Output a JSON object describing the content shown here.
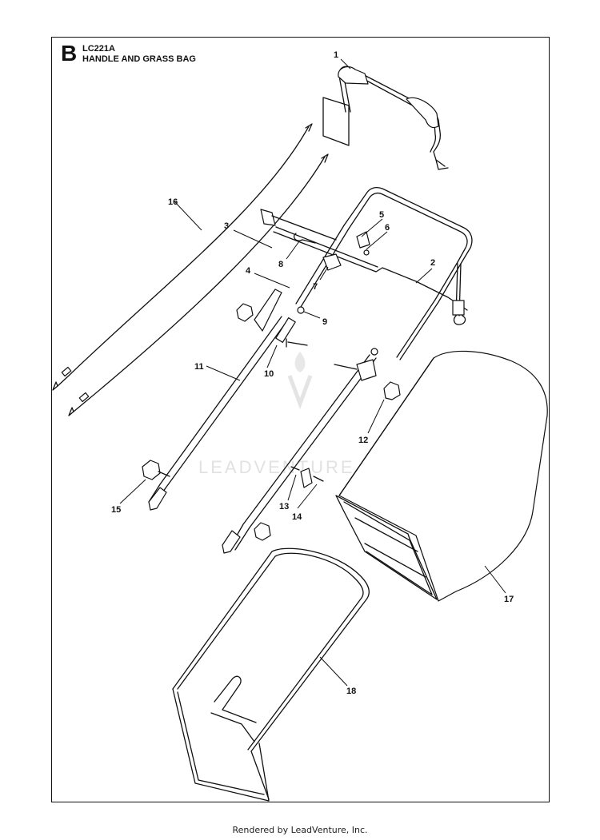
{
  "header": {
    "section_letter": "B",
    "model": "LC221A",
    "title": "HANDLE AND GRASS BAG"
  },
  "watermark": "LEADVENTURE",
  "footer": "Rendered by LeadVenture, Inc.",
  "callouts": [
    "1",
    "2",
    "3",
    "4",
    "5",
    "6",
    "7",
    "8",
    "9",
    "10",
    "11",
    "12",
    "13",
    "14",
    "15",
    "16",
    "17",
    "18"
  ]
}
